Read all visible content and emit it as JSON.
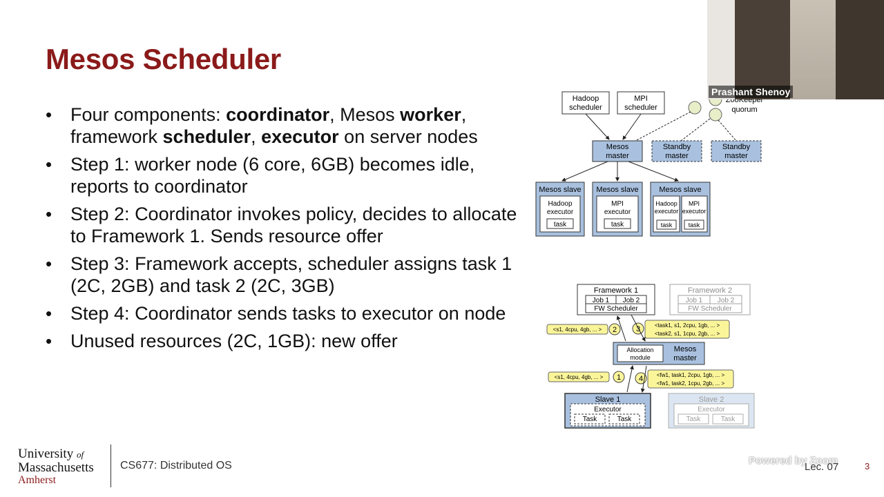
{
  "slide": {
    "title": "Mesos Scheduler",
    "bullets": [
      {
        "parts": [
          {
            "text": "Four components: ",
            "bold": false
          },
          {
            "text": "coordinator",
            "bold": true
          },
          {
            "text": ", Mesos ",
            "bold": false
          },
          {
            "text": "worker",
            "bold": true
          },
          {
            "text": ", framework ",
            "bold": false
          },
          {
            "text": "scheduler",
            "bold": true
          },
          {
            "text": ", ",
            "bold": false
          },
          {
            "text": "executor",
            "bold": true
          },
          {
            "text": " on server nodes",
            "bold": false
          }
        ]
      },
      {
        "parts": [
          {
            "text": "Step 1: worker node (6 core, 6GB) becomes idle, reports to coordinator",
            "bold": false
          }
        ]
      },
      {
        "parts": [
          {
            "text": "Step 2: Coordinator invokes policy, decides to allocate to Framework 1. Sends resource offer",
            "bold": false
          }
        ]
      },
      {
        "parts": [
          {
            "text": "Step 3: Framework accepts, scheduler assigns task 1 (2C, 2GB) and task 2 (2C, 3GB)",
            "bold": false
          }
        ]
      },
      {
        "parts": [
          {
            "text": "Step 4: Coordinator sends tasks to executor on node",
            "bold": false
          }
        ]
      },
      {
        "parts": [
          {
            "text": "Unused resources (2C, 1GB): new offer",
            "bold": false
          }
        ]
      }
    ]
  },
  "footer": {
    "univ_line1": "University",
    "univ_of": "of",
    "univ_line2": "Massachusetts",
    "univ_line3": "Amherst",
    "course": "CS677: Distributed OS",
    "lecture": "Lec. 07",
    "page": "3",
    "powered_by": "Powered by Zoom"
  },
  "video": {
    "participant_name": "Prashant Shenoy"
  },
  "diagram1": {
    "hadoop_scheduler": [
      "Hadoop",
      "scheduler"
    ],
    "mpi_scheduler": [
      "MPI",
      "scheduler"
    ],
    "zookeeper": [
      "ZooKeeper",
      "quorum"
    ],
    "mesos_master": [
      "Mesos",
      "master"
    ],
    "standby1": [
      "Standby",
      "master"
    ],
    "standby2": [
      "Standby",
      "master"
    ],
    "slave_label": "Mesos slave",
    "hadoop_executor": [
      "Hadoop",
      "executor"
    ],
    "mpi_executor": [
      "MPI",
      "executor"
    ],
    "task": "task"
  },
  "diagram2": {
    "framework1": "Framework 1",
    "framework2": "Framework 2",
    "job1": "Job 1",
    "job2": "Job 2",
    "fw_scheduler": "FW Scheduler",
    "offer_msg": "<s1, 4cpu, 4gb, ... >",
    "task_msg1": "<task1, s1, 2cpu, 1gb, ... >",
    "task_msg2": "<task2, s1, 1cpu, 2gb, ... >",
    "fw_msg1": "<fw1, task1, 2cpu, 1gb, ... >",
    "fw_msg2": "<fw1, task2, 1cpu, 2gb, ... >",
    "allocation": [
      "Allocation",
      "module"
    ],
    "mesos_master": [
      "Mesos",
      "master"
    ],
    "slave1": "Slave 1",
    "slave2": "Slave 2",
    "executor": "Executor",
    "task": "Task",
    "steps": [
      "1",
      "2",
      "3",
      "4"
    ]
  }
}
